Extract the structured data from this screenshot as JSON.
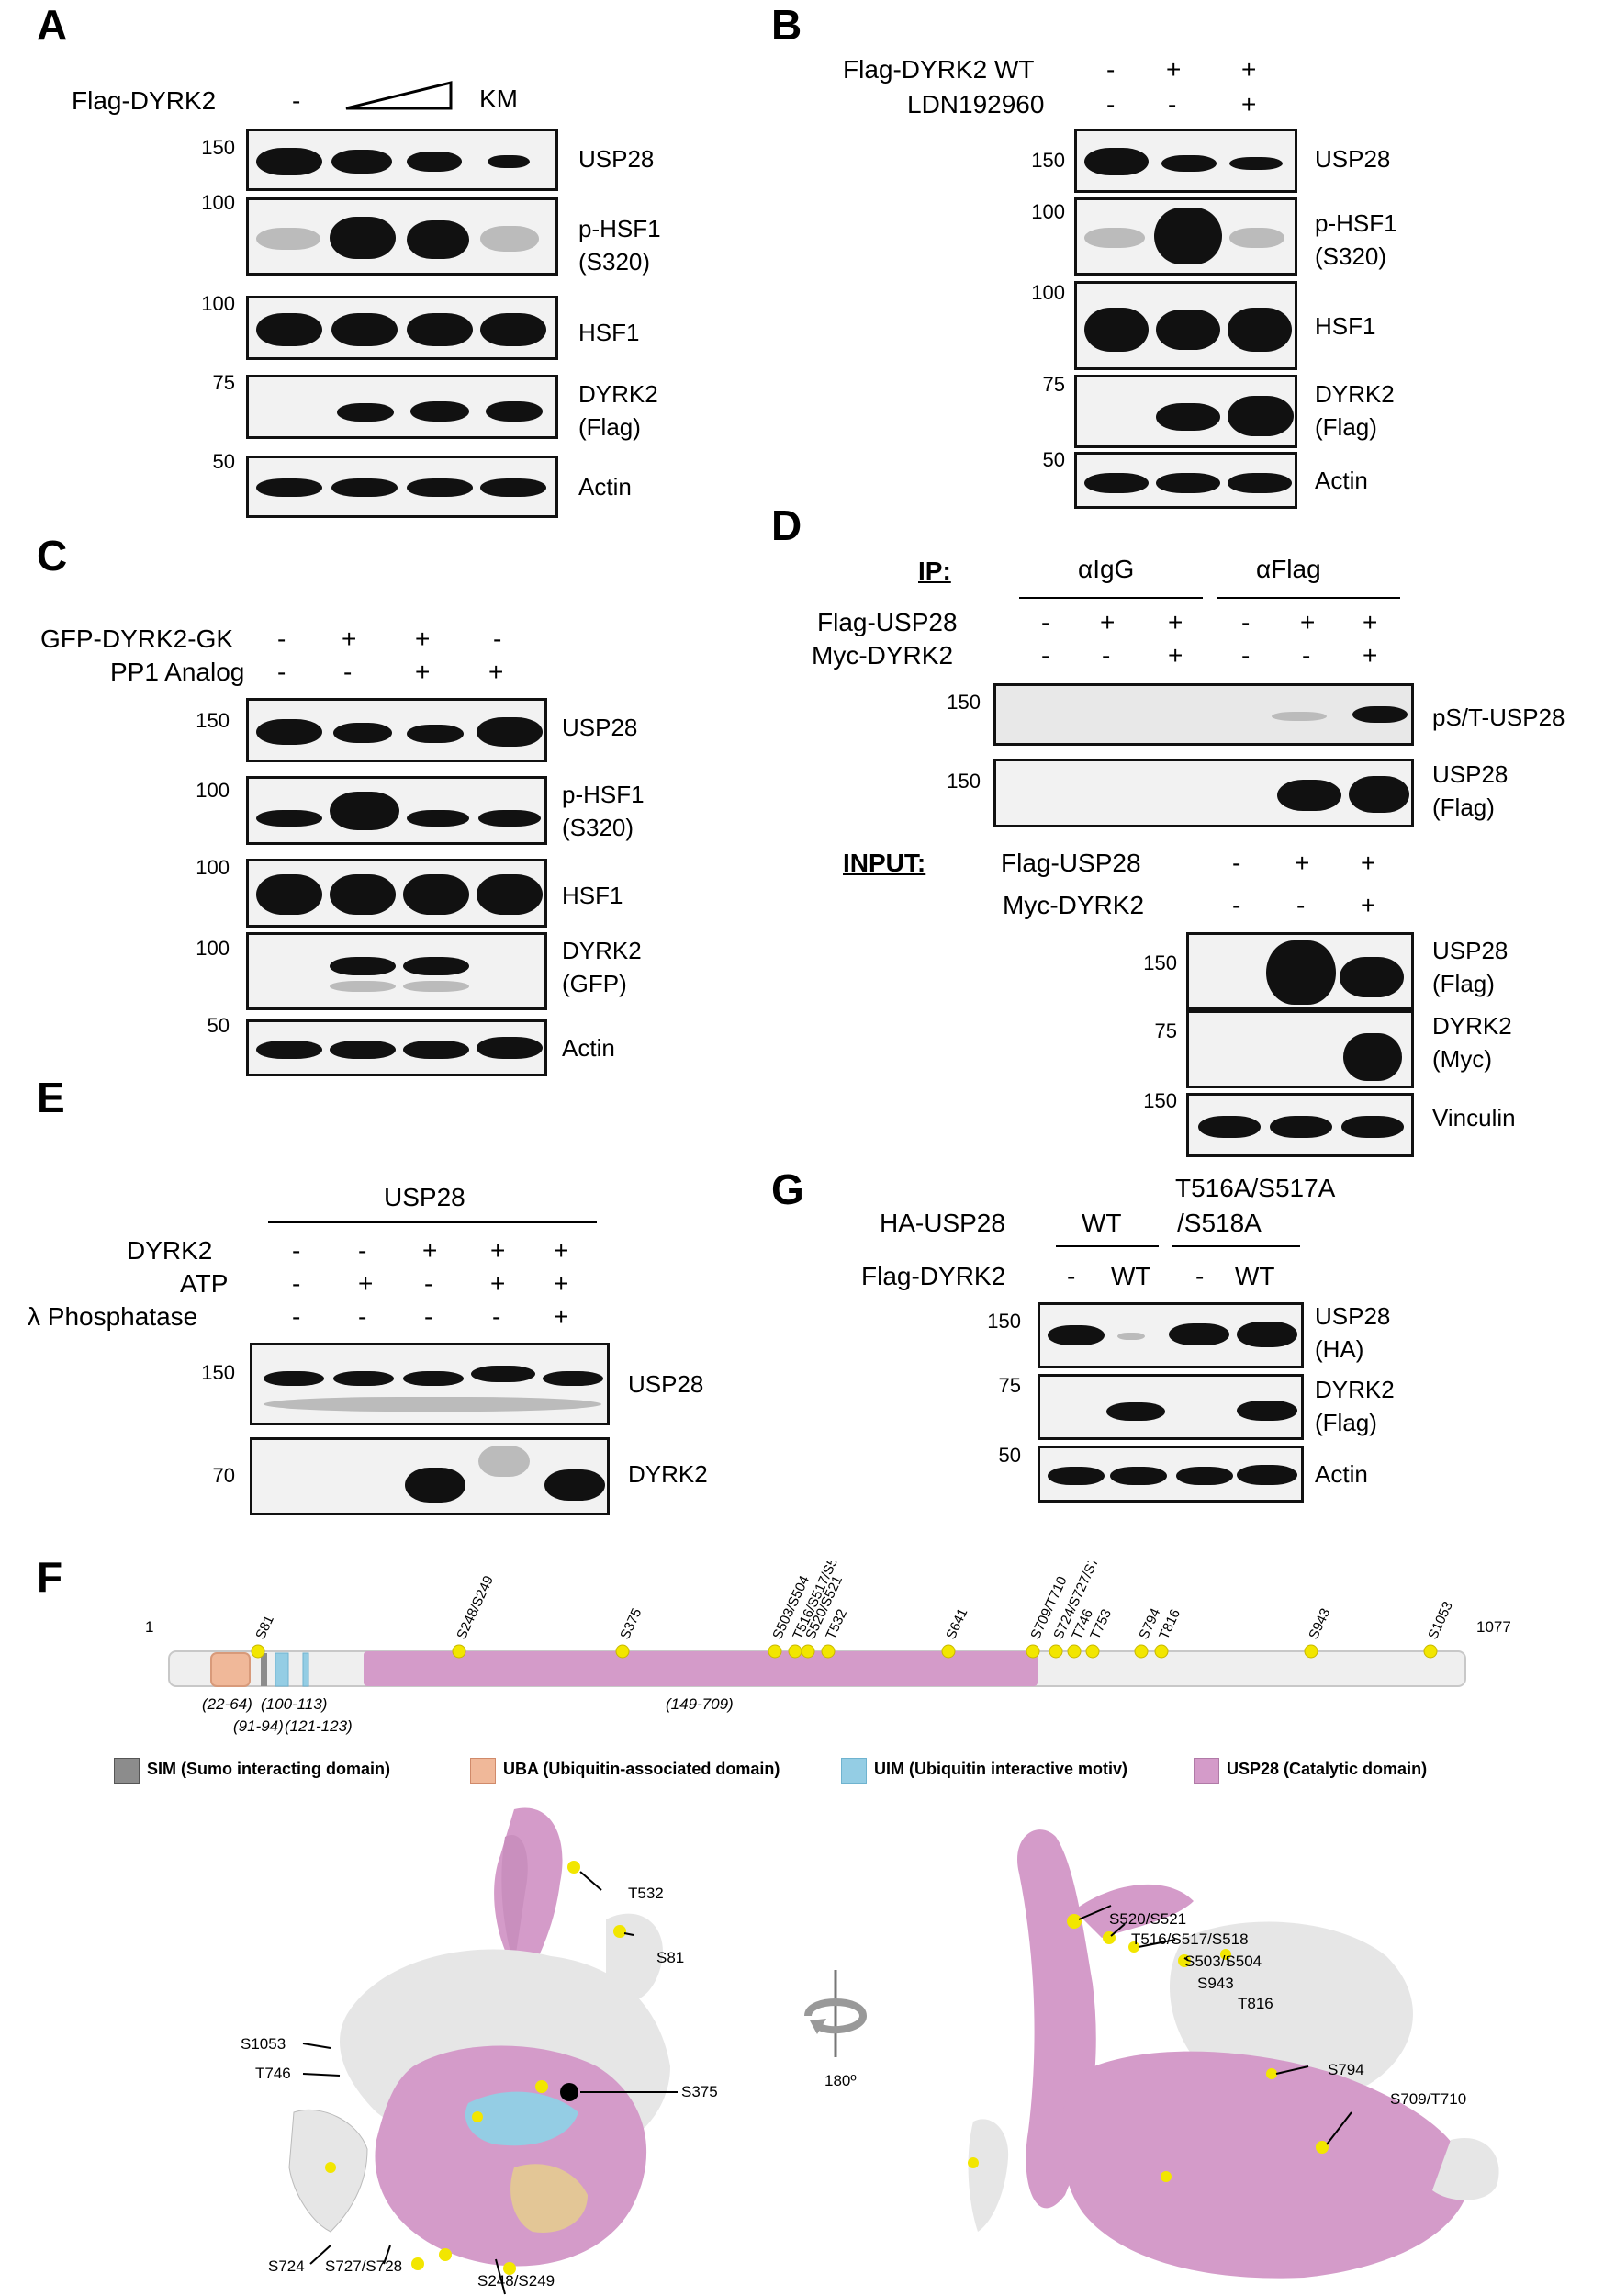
{
  "panelA": {
    "label": "A",
    "cond_label": "Flag-DYRK2",
    "cond_minus": "-",
    "cond_km": "KM",
    "rows": [
      {
        "mw": "150",
        "name": "USP28",
        "sub": ""
      },
      {
        "mw": "100",
        "name": "p-HSF1",
        "sub": "(S320)"
      },
      {
        "mw": "100",
        "name": "HSF1",
        "sub": ""
      },
      {
        "mw": "75",
        "name": "DYRK2",
        "sub": "(Flag)"
      },
      {
        "mw": "50",
        "name": "Actin",
        "sub": ""
      }
    ]
  },
  "panelB": {
    "label": "B",
    "cond1": "Flag-DYRK2 WT",
    "cond2": "LDN192960",
    "c1": [
      "-",
      "+",
      "+"
    ],
    "c2": [
      "-",
      "-",
      "+"
    ],
    "rows": [
      {
        "mw": "150",
        "name": "USP28",
        "sub": ""
      },
      {
        "mw": "100",
        "name": "p-HSF1",
        "sub": "(S320)"
      },
      {
        "mw": "100",
        "name": "HSF1",
        "sub": ""
      },
      {
        "mw": "75",
        "name": "DYRK2",
        "sub": "(Flag)"
      },
      {
        "mw": "50",
        "name": "Actin",
        "sub": ""
      }
    ]
  },
  "panelC": {
    "label": "C",
    "cond1": "GFP-DYRK2-GK",
    "cond2": "PP1 Analog",
    "c1": [
      "-",
      "+",
      "+",
      "-"
    ],
    "c2": [
      "-",
      "-",
      "+",
      "+"
    ],
    "rows": [
      {
        "mw": "150",
        "name": "USP28",
        "sub": ""
      },
      {
        "mw": "100",
        "name": "p-HSF1",
        "sub": "(S320)"
      },
      {
        "mw": "100",
        "name": "HSF1",
        "sub": ""
      },
      {
        "mw": "100",
        "name": "DYRK2",
        "sub": "(GFP)"
      },
      {
        "mw": "50",
        "name": "Actin",
        "sub": ""
      }
    ]
  },
  "panelD": {
    "label": "D",
    "ip": "IP:",
    "igg": "αIgG",
    "aflag": "αFlag",
    "cond1": "Flag-USP28",
    "cond2": "Myc-DYRK2",
    "c1": [
      "-",
      "+",
      "+",
      "-",
      "+",
      "+"
    ],
    "c2": [
      "-",
      "-",
      "+",
      "-",
      "-",
      "+"
    ],
    "ip_rows": [
      {
        "mw": "150",
        "name": "pS/T-USP28",
        "sub": ""
      },
      {
        "mw": "150",
        "name": "USP28",
        "sub": "(Flag)"
      }
    ],
    "input": "INPUT:",
    "in_c1": [
      "-",
      "+",
      "+"
    ],
    "in_c2": [
      "-",
      "-",
      "+"
    ],
    "in_rows": [
      {
        "mw": "150",
        "name": "USP28",
        "sub": "(Flag)"
      },
      {
        "mw": "75",
        "name": "DYRK2",
        "sub": "(Myc)"
      },
      {
        "mw": "150",
        "name": "Vinculin",
        "sub": ""
      }
    ]
  },
  "panelE": {
    "label": "E",
    "header": "USP28",
    "cond1": "DYRK2",
    "cond2": "ATP",
    "cond3": "λ Phosphatase",
    "c1": [
      "-",
      "-",
      "+",
      "+",
      "+"
    ],
    "c2": [
      "-",
      "+",
      "-",
      "+",
      "+"
    ],
    "c3": [
      "-",
      "-",
      "-",
      "-",
      "+"
    ],
    "rows": [
      {
        "mw": "150",
        "name": "USP28"
      },
      {
        "mw": "70",
        "name": "DYRK2"
      }
    ]
  },
  "panelG": {
    "label": "G",
    "cond1": "HA-USP28",
    "wt": "WT",
    "mut1": "T516A/S517A",
    "mut2": "/S518A",
    "cond2": "Flag-DYRK2",
    "c2": [
      "-",
      "WT",
      "-",
      "WT"
    ],
    "rows": [
      {
        "mw": "150",
        "name": "USP28",
        "sub": "(HA)"
      },
      {
        "mw": "75",
        "name": "DYRK2",
        "sub": "(Flag)"
      },
      {
        "mw": "50",
        "name": "Actin",
        "sub": ""
      }
    ]
  },
  "panelF": {
    "label": "F",
    "start": "1",
    "end": "1077",
    "sites": [
      "S81",
      "S248/S249",
      "S375",
      "S503/S504",
      "T516/S517/S518",
      "S520/S521",
      "T532",
      "S641",
      "S709/T710",
      "S724/S727/S728",
      "T746",
      "T753",
      "S794",
      "T816",
      "S943",
      "S1053"
    ],
    "ranges": [
      "(22-64)",
      "(100-113)",
      "(91-94)",
      "(121-123)",
      "(149-709)"
    ],
    "legend": [
      {
        "name": "SIM (Sumo interacting domain)",
        "color": "#8c8c8c"
      },
      {
        "name": "UBA (Ubiquitin-associated domain)",
        "color": "#f0b899"
      },
      {
        "name": "UIM (Ubiquitin interactive motiv)",
        "color": "#94cde4"
      },
      {
        "name": "USP28 (Catalytic domain)",
        "color": "#d49bc9"
      }
    ],
    "structL": [
      "T532",
      "S81",
      "S1053",
      "S375",
      "T746",
      "S724",
      "S727/S728",
      "S248/S249"
    ],
    "structR": [
      "S520/S521",
      "T516/S517/S518",
      "S503/S504",
      "S943",
      "T816",
      "S794",
      "S709/T710"
    ],
    "rotate": "180º",
    "colors": {
      "catalytic": "#d49bc9",
      "uba": "#f0b899",
      "uim": "#94cde4",
      "sim": "#8c8c8c",
      "site": "#f2e600",
      "surface": "#e6e6e6"
    }
  }
}
